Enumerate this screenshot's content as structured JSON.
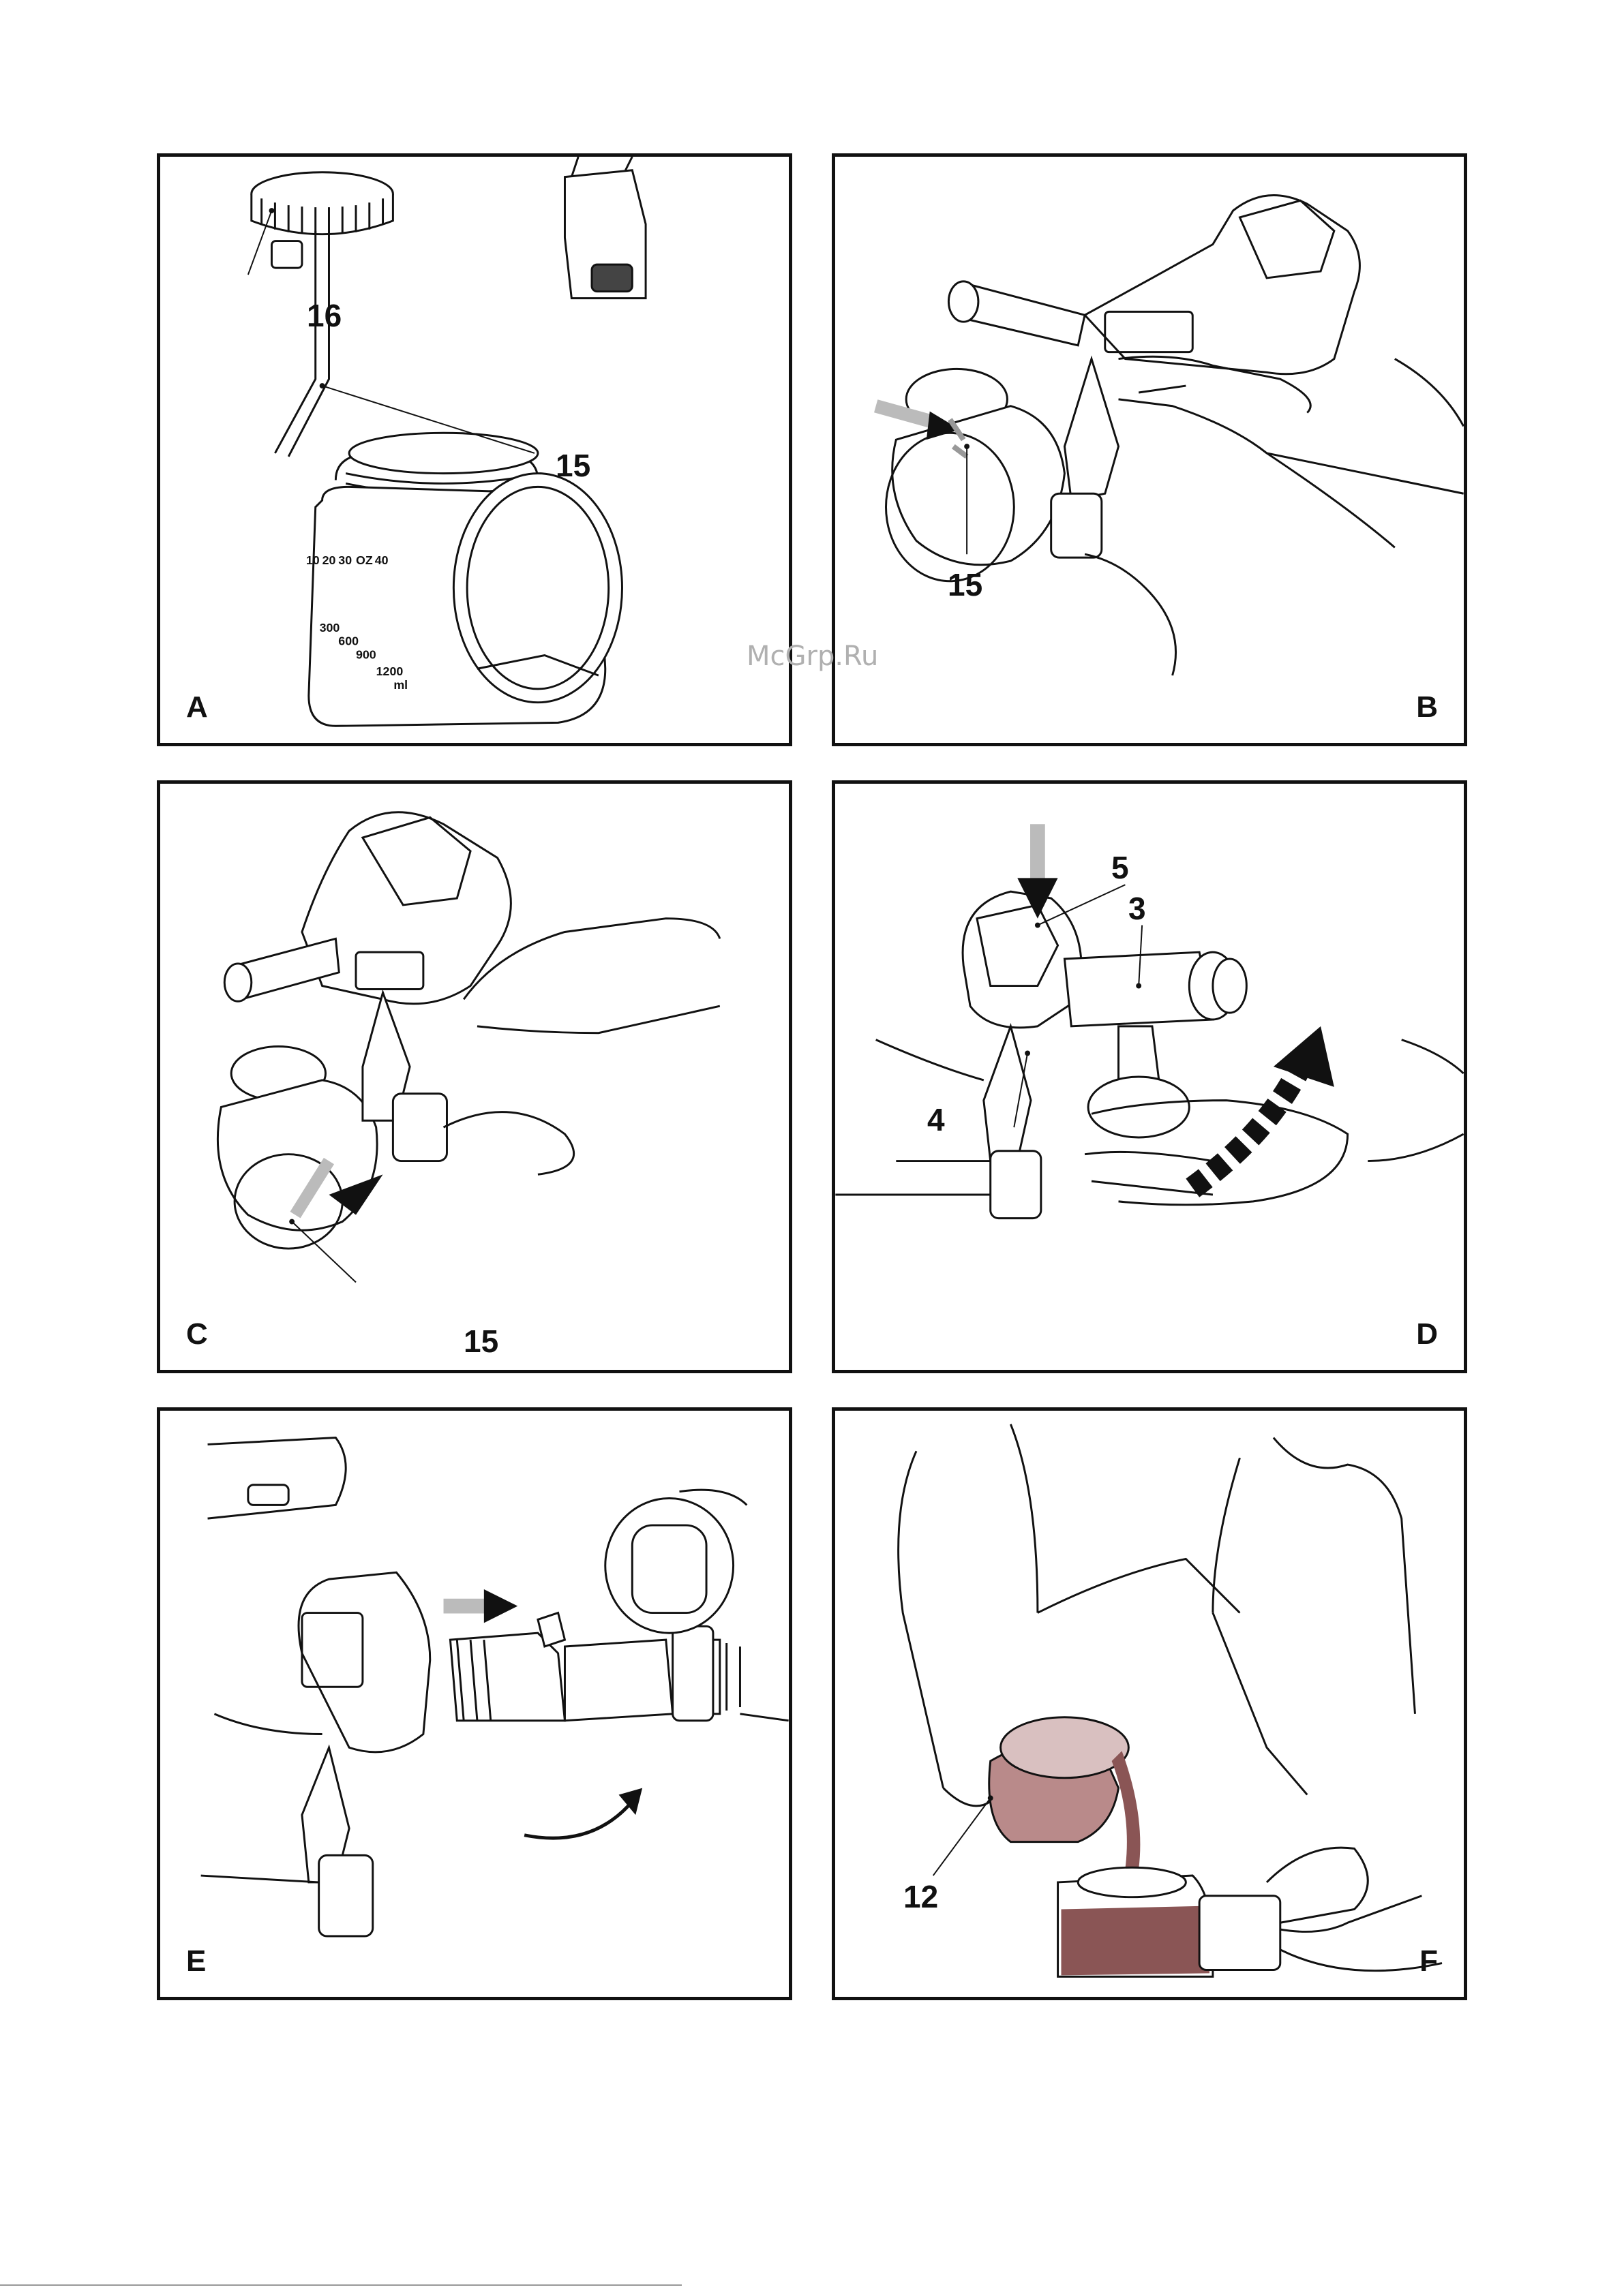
{
  "watermark": "McGrp.Ru",
  "panels": [
    {
      "letter": "A",
      "callouts": [
        "16",
        "15"
      ],
      "scale": [
        "40",
        "OZ",
        "30",
        "20",
        "10",
        "1200",
        "900",
        "600",
        "300",
        "ml"
      ]
    },
    {
      "letter": "B",
      "callouts": [
        "15"
      ]
    },
    {
      "letter": "C",
      "callouts": [
        "15"
      ]
    },
    {
      "letter": "D",
      "callouts": [
        "5",
        "3",
        "4"
      ]
    },
    {
      "letter": "E",
      "callouts": []
    },
    {
      "letter": "F",
      "callouts": [
        "12"
      ]
    }
  ],
  "colors": {
    "line": "#111111",
    "paint": "#8a5555",
    "paint_light": "#b98a8a",
    "hatch": "#bbbbbb"
  }
}
